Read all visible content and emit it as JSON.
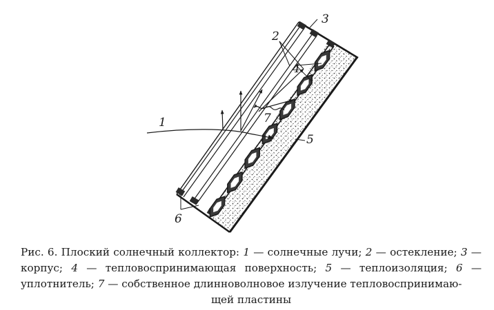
{
  "labels": {
    "rays": "1",
    "glazing": "2",
    "housing": "3",
    "absorber": "4",
    "insulation": "5",
    "seal": "6",
    "radiation": "7"
  },
  "caption": {
    "prefix": "Рис. 6. Плоский солнечный коллектор: ",
    "items": [
      {
        "num": "1",
        "text": " — солнечные лучи; "
      },
      {
        "num": "2",
        "text": " — остекление; "
      },
      {
        "num": "3",
        "text": " — корпус; "
      },
      {
        "num": "4",
        "text": " — тепловоспринимающая поверхность; "
      },
      {
        "num": "5",
        "text": " — теплоизоляция; "
      },
      {
        "num": "6",
        "text": " — уплотнитель; "
      },
      {
        "num": "7",
        "text": " — собственное длинноволновое излучение тепловоспринимаю-"
      }
    ],
    "last_line": "щей пластины"
  }
}
